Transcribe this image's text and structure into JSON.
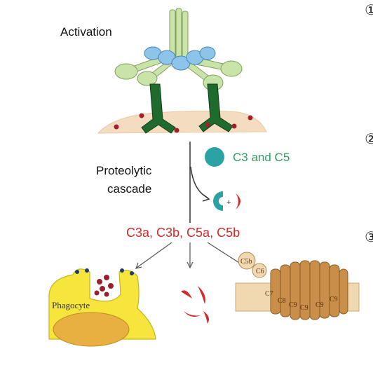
{
  "labels": {
    "activation": "Activation",
    "proteolytic_line1": "Proteolytic",
    "proteolytic_line2": "cascade",
    "c3_c5": "C3 and C5",
    "products": "C3a, C3b, C5a, C5b",
    "plus": "+",
    "phagocyte": "Phagocyte"
  },
  "step_numbers": [
    "①",
    "②",
    "③"
  ],
  "mac_labels": {
    "c5b": "C5b",
    "c6": "C6",
    "c7": "C7",
    "c8": "C8",
    "c9": [
      "C9",
      "C9",
      "C9",
      "C9"
    ]
  },
  "colors": {
    "green_text": "#2e9e62",
    "red_text": "#d22a2a",
    "teal": "#2ba3a3",
    "dark_green": "#1f6b2e",
    "light_green": "#b8d98e",
    "blue": "#7ab8e0",
    "phagocyte": "#f3e23a",
    "membrane": "#f0d9b0",
    "mac_brown": "#c98e4a"
  }
}
